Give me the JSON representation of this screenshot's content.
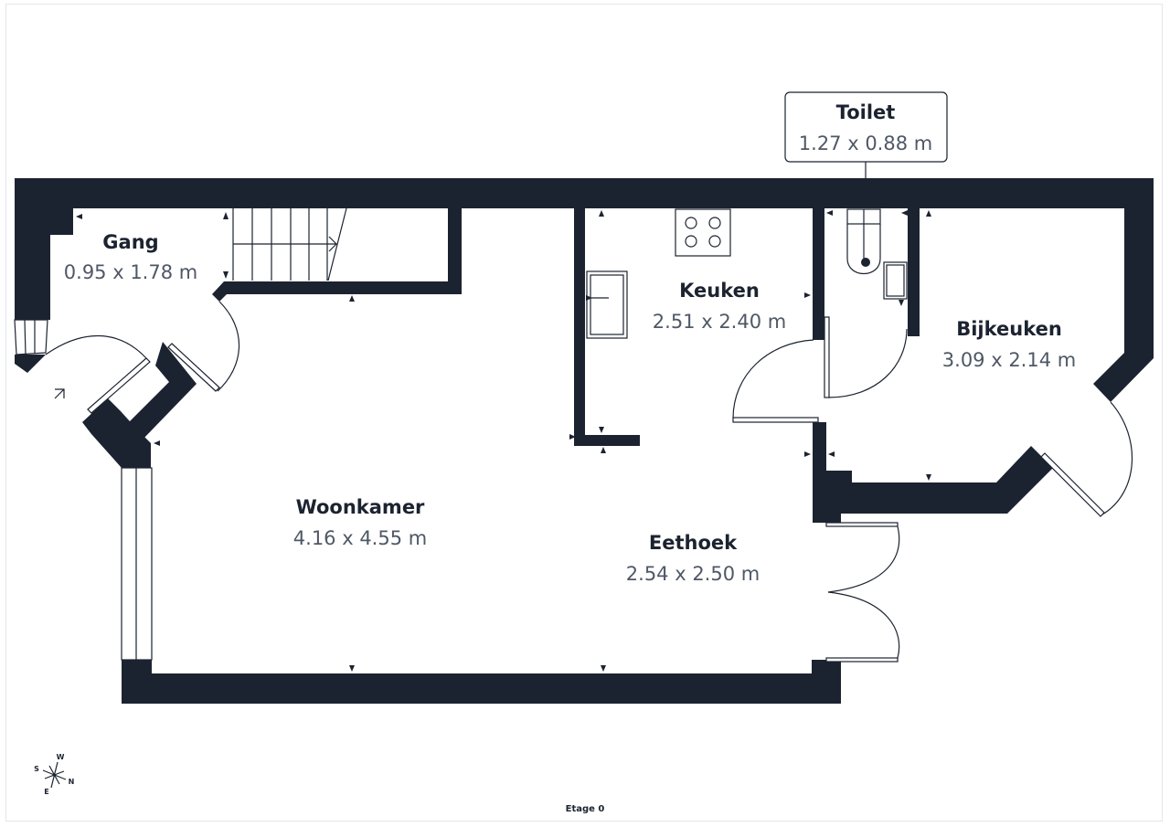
{
  "rooms": [
    {
      "name": "Gang",
      "dims": "0.95 x 1.78 m"
    },
    {
      "name": "Keuken",
      "dims": "2.51 x 2.40 m"
    },
    {
      "name": "Woonkamer",
      "dims": "4.16 x 4.55 m"
    },
    {
      "name": "Eethoek",
      "dims": "2.54 x 2.50 m"
    },
    {
      "name": "Bijkeuken",
      "dims": "3.09 x 2.14 m"
    },
    {
      "name": "Toilet",
      "dims": "1.27 x 0.88 m"
    }
  ],
  "compass": {
    "w": "W",
    "s": "S",
    "n": "N",
    "e": "E"
  },
  "floor_label": "Etage 0",
  "colors": {
    "wall": "#1c2330",
    "dim_text": "#4f5866"
  }
}
